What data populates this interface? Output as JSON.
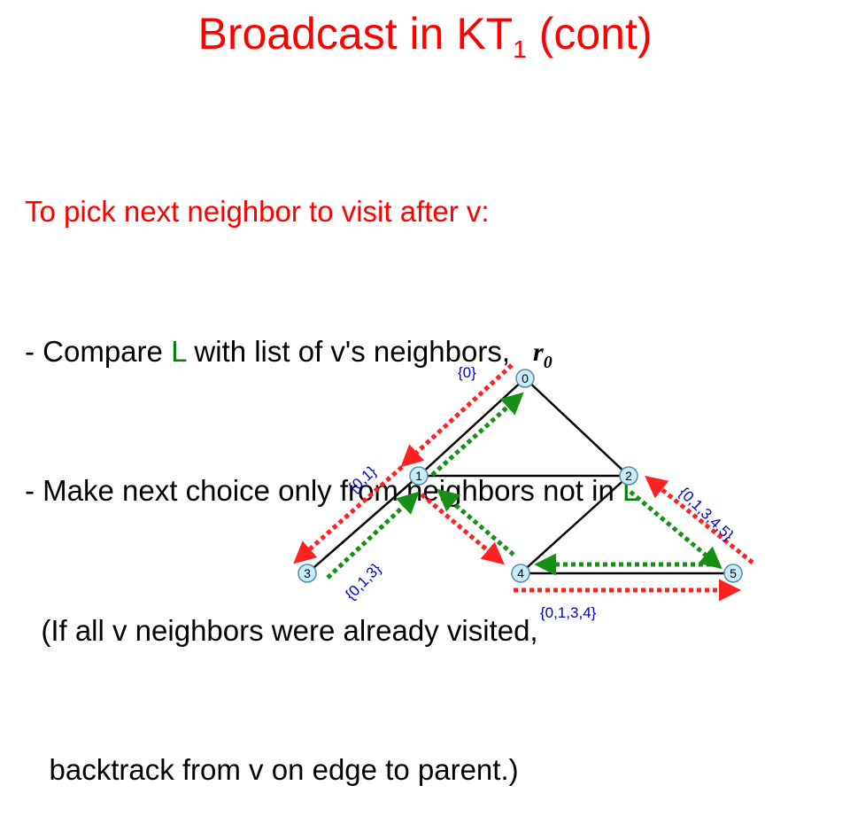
{
  "slide": {
    "title_main": "Broadcast in KT",
    "title_sub": "1",
    "title_tail": " (cont)"
  },
  "text": {
    "line1": "To pick next neighbor to visit after v:",
    "line2_a": "- Compare ",
    "line2_L": "L",
    "line2_b": " with list of v's neighbors,",
    "line3_a": "- Make next choice only from neighbors not in ",
    "line3_L": "L",
    "line4": "  (If all v neighbors were already visited,",
    "line5": "   backtrack from v on edge to parent.)"
  },
  "diagram": {
    "root_label": "r",
    "root_sub": "0",
    "nodes": [
      "0",
      "1",
      "2",
      "3",
      "4",
      "5"
    ],
    "sets": {
      "s0": "{0}",
      "s01": "{0,1}",
      "s013": "{0,1,3}",
      "s0134": "{0,1,3,4}",
      "s01345": "{0,1,3,4,5}"
    }
  },
  "colors": {
    "title": "#ff0000",
    "accent_L": "#008000",
    "forward_arrow": "#ff2020",
    "backtrack_arrow": "#159015",
    "set_text": "#0000cc",
    "node_fill": "#c8ecfb",
    "node_stroke": "#5a8aa0"
  }
}
